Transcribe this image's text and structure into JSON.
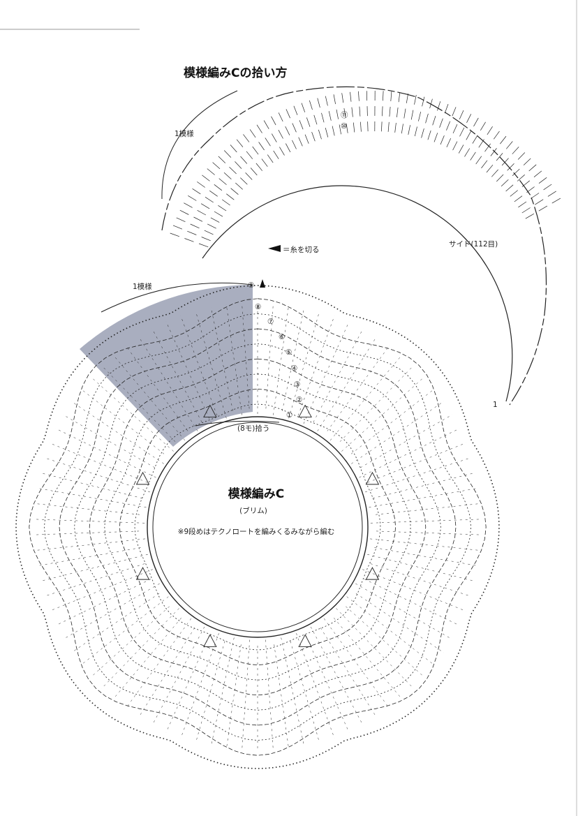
{
  "page": {
    "header_title": "模様編みCの拾い方",
    "top": {
      "pattern_label": "1模様",
      "cut_legend": "＝糸を切る",
      "side_label": "サイド(112目)",
      "row_markers": [
        "⑪",
        "⑩"
      ],
      "start_mark": "1"
    },
    "main": {
      "pattern_label": "1模様",
      "pickup_label": "(8モ)拾う",
      "center_title": "模様編みC",
      "center_subtitle": "(ブリム)",
      "center_note": "※9段めはテクノロートを編みくるみながら編む",
      "row_numbers": [
        "①",
        "②",
        "③",
        "④",
        "⑤",
        "⑥",
        "⑦",
        "⑧",
        "⑨"
      ]
    },
    "colors": {
      "ink": "#222222",
      "shade": "#9aa0b4"
    }
  }
}
